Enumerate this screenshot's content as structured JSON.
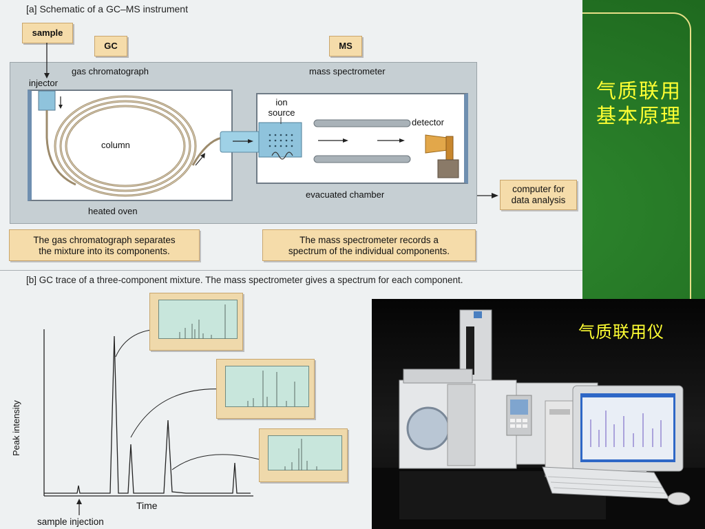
{
  "slide": {
    "side_title_line1": "气质联用",
    "side_title_line2": "基本原理",
    "photo_label": "气质联用仪"
  },
  "schematic": {
    "caption_a": "[a]  Schematic of a GC–MS instrument",
    "sample": "sample",
    "gc_tag": "GC",
    "ms_tag": "MS",
    "gas_chromatograph": "gas chromatograph",
    "mass_spectrometer": "mass spectrometer",
    "injector": "injector",
    "column": "column",
    "heated_oven": "heated oven",
    "ion_source_line1": "ion",
    "ion_source_line2": "source",
    "detector": "detector",
    "evacuated_chamber": "evacuated chamber",
    "computer_line1": "computer for",
    "computer_line2": "data analysis",
    "note_gc_line1": "The gas chromatograph separates",
    "note_gc_line2": "the mixture into its components.",
    "note_ms_line1": "The mass spectrometer records a",
    "note_ms_line2": "spectrum of the individual components."
  },
  "trace": {
    "caption_b": "[b]  GC trace of a three-component mixture. The mass spectrometer gives a spectrum for each component.",
    "ylabel": "Peak intensity",
    "xlabel": "Time",
    "injection_label": "sample injection"
  },
  "colors": {
    "tag_fill": "#f5dcaa",
    "spectrum_fill": "#c8e6dc",
    "side_text": "#ffff33",
    "slide_green": "#1f6a1f"
  }
}
